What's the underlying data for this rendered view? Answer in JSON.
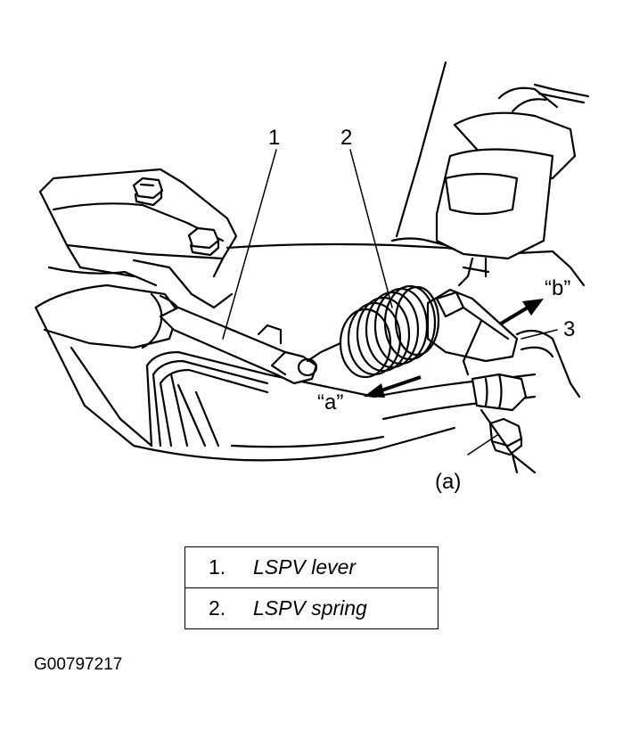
{
  "callouts": {
    "c1": "1",
    "c2": "2",
    "c3": "3",
    "a": "“a”",
    "b": "“b”",
    "paren_a": "(a)"
  },
  "legend": [
    {
      "num": "1.",
      "text": "LSPV lever"
    },
    {
      "num": "2.",
      "text": "LSPV spring"
    }
  ],
  "figure_code": "G00797217"
}
